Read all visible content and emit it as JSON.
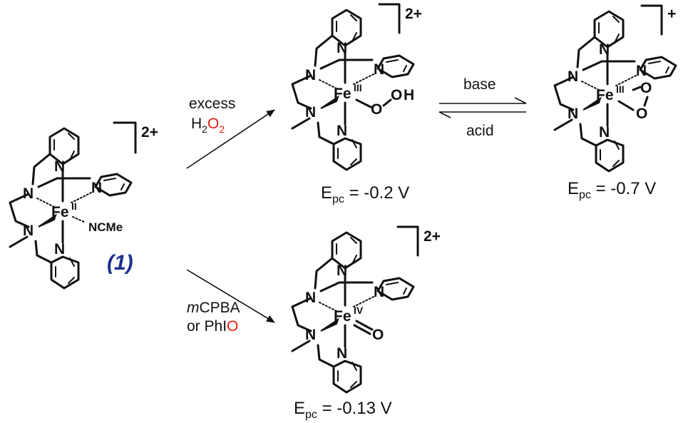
{
  "colors": {
    "ink": "#111111",
    "oxygen": "#e8170f",
    "compound_label": "#1f2f8f"
  },
  "atoms": {
    "nitrogen": "N",
    "iron": "Fe",
    "oxygen": "O",
    "hydrogen": "H"
  },
  "complexes": [
    {
      "id": "start",
      "oxidation": "II",
      "charge": "2+",
      "ligand": "NCMe",
      "label": "(1)"
    },
    {
      "id": "hydroperoxo",
      "oxidation": "III",
      "charge": "2+"
    },
    {
      "id": "peroxo",
      "oxidation": "III",
      "charge": "+"
    },
    {
      "id": "oxo",
      "oxidation": "IV",
      "charge": "2+"
    }
  ],
  "reactions": {
    "upper": {
      "line1": "excess",
      "reagent_main": "H",
      "reagent_sub": "2",
      "reagent_o": "O",
      "reagent_o_sub": "2"
    },
    "lower": {
      "line1_italic": "m",
      "line1_rest": "CPBA",
      "line2_prefix": "or PhI",
      "line2_o": "O"
    },
    "forward": "base",
    "reverse": "acid"
  },
  "potentials": {
    "symbol": "E",
    "subscript": "pc",
    "hydroperoxo": " = -0.2 V",
    "peroxo": " = -0.7 V",
    "oxo": " = -0.13 V"
  }
}
